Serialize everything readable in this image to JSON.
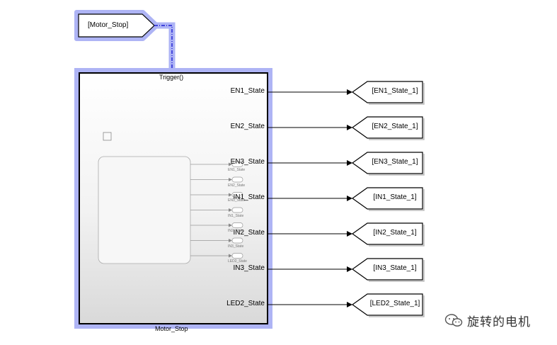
{
  "from_block": {
    "label": "[Motor_Stop]"
  },
  "subsystem": {
    "name": "Motor_Stop",
    "trigger_label": "Trigger()"
  },
  "outputs": [
    {
      "port": "EN1_State",
      "goto": "[EN1_State_1]"
    },
    {
      "port": "EN2_State",
      "goto": "[EN2_State_1]"
    },
    {
      "port": "EN3_State",
      "goto": "[EN3_State_1]"
    },
    {
      "port": "IN1_State",
      "goto": "[IN1_State_1]"
    },
    {
      "port": "IN2_State",
      "goto": "[IN2_State_1]"
    },
    {
      "port": "IN3_State",
      "goto": "[IN3_State_1]"
    },
    {
      "port": "LED2_State",
      "goto": "[LED2_State_1]"
    }
  ],
  "inner_labels": [
    "EN1_State",
    "EN2_State",
    "EN3_State",
    "IN1_State",
    "IN2_State",
    "IN3_State",
    "LED2_State"
  ],
  "watermark": {
    "text": "旋转的电机"
  },
  "colors": {
    "highlight": "#aeb4f5",
    "signal": "#000000",
    "trigger_line": "#0000cc"
  }
}
